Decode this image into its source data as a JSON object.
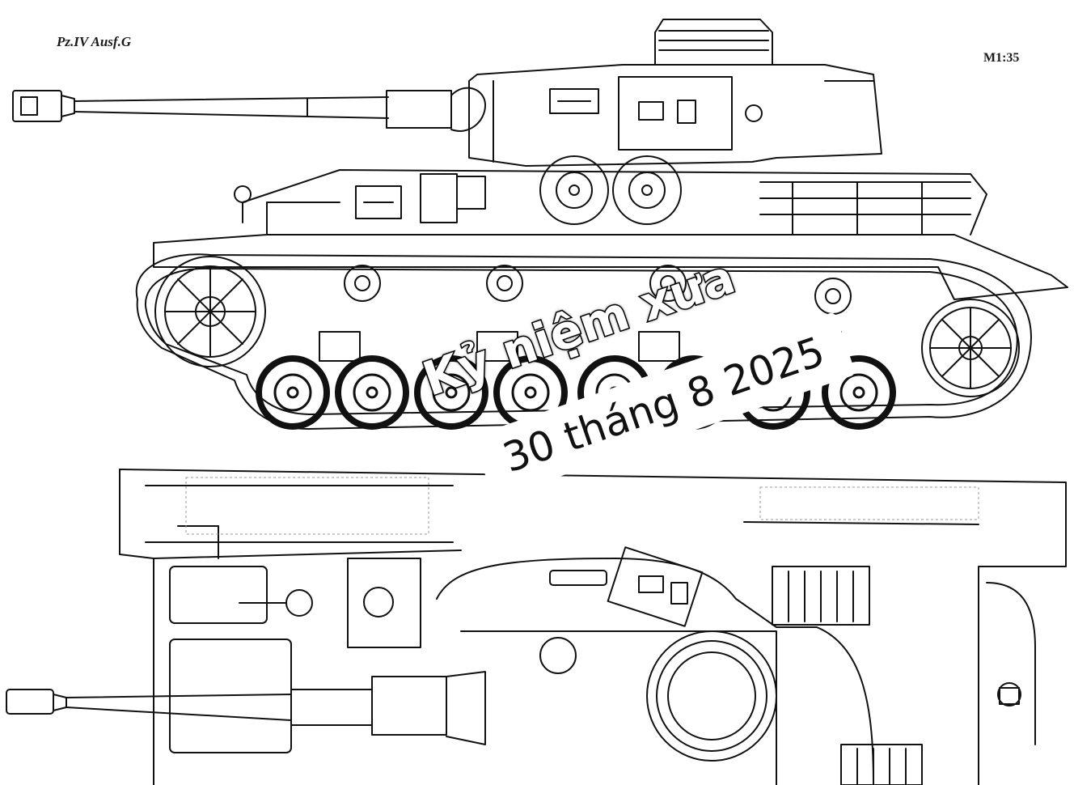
{
  "drawing": {
    "title": "Pz.IV Ausf.G",
    "scale": "M1:35"
  },
  "overlay": {
    "line1": "Kỷ niệm xưa",
    "line2": "30 tháng 8 2025"
  }
}
